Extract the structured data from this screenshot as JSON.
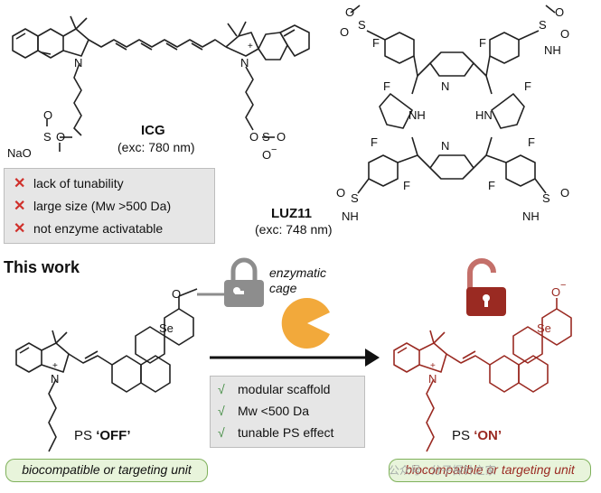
{
  "top_left": {
    "name": "ICG",
    "exc": "(exc: 780 nm)",
    "atoms": {
      "n1": "N",
      "n2": "N",
      "plus": "+",
      "so1": "S",
      "o1": "O",
      "o2": "O",
      "na": "NaO",
      "so2": "S",
      "o3": "O",
      "o4": "O",
      "ominus": "O",
      "minus": "−"
    },
    "drawbacks": [
      "lack of tunability",
      "large size (Mw >500 Da)",
      "not enzyme activatable"
    ],
    "x_mark": "✕"
  },
  "top_right": {
    "name": "LUZ11",
    "exc": "(exc: 748 nm)",
    "atoms": {
      "nh": "NH",
      "hn": "HN",
      "n": "N",
      "f": "F",
      "s": "S",
      "o": "O"
    }
  },
  "bottom": {
    "section_title": "This work",
    "cage_label_1": "enzymatic",
    "cage_label_2": "cage",
    "ps_prefix": "PS",
    "off_state": "‘OFF’",
    "on_state": "‘ON’",
    "unit_label": "biocompatible or targeting unit",
    "features": [
      "modular scaffold",
      "Mw <500 Da",
      "tunable PS effect"
    ],
    "check_mark": "√",
    "atoms": {
      "se": "Se",
      "o": "O",
      "n": "N",
      "plus": "+",
      "ominus": "O",
      "minus": "−"
    }
  },
  "watermark": "公众号 · 分子探针之家",
  "colors": {
    "red_accent": "#9a2a22",
    "cross_red": "#d0302b",
    "check_green": "#3e8a3e",
    "pill_fill": "#e8f4db",
    "pill_border": "#7fb15b",
    "box_fill": "#e6e6e6",
    "pacman": "#f2a93b",
    "lock_grey": "#8d8d8d",
    "lock_red": "#9a2a22"
  }
}
